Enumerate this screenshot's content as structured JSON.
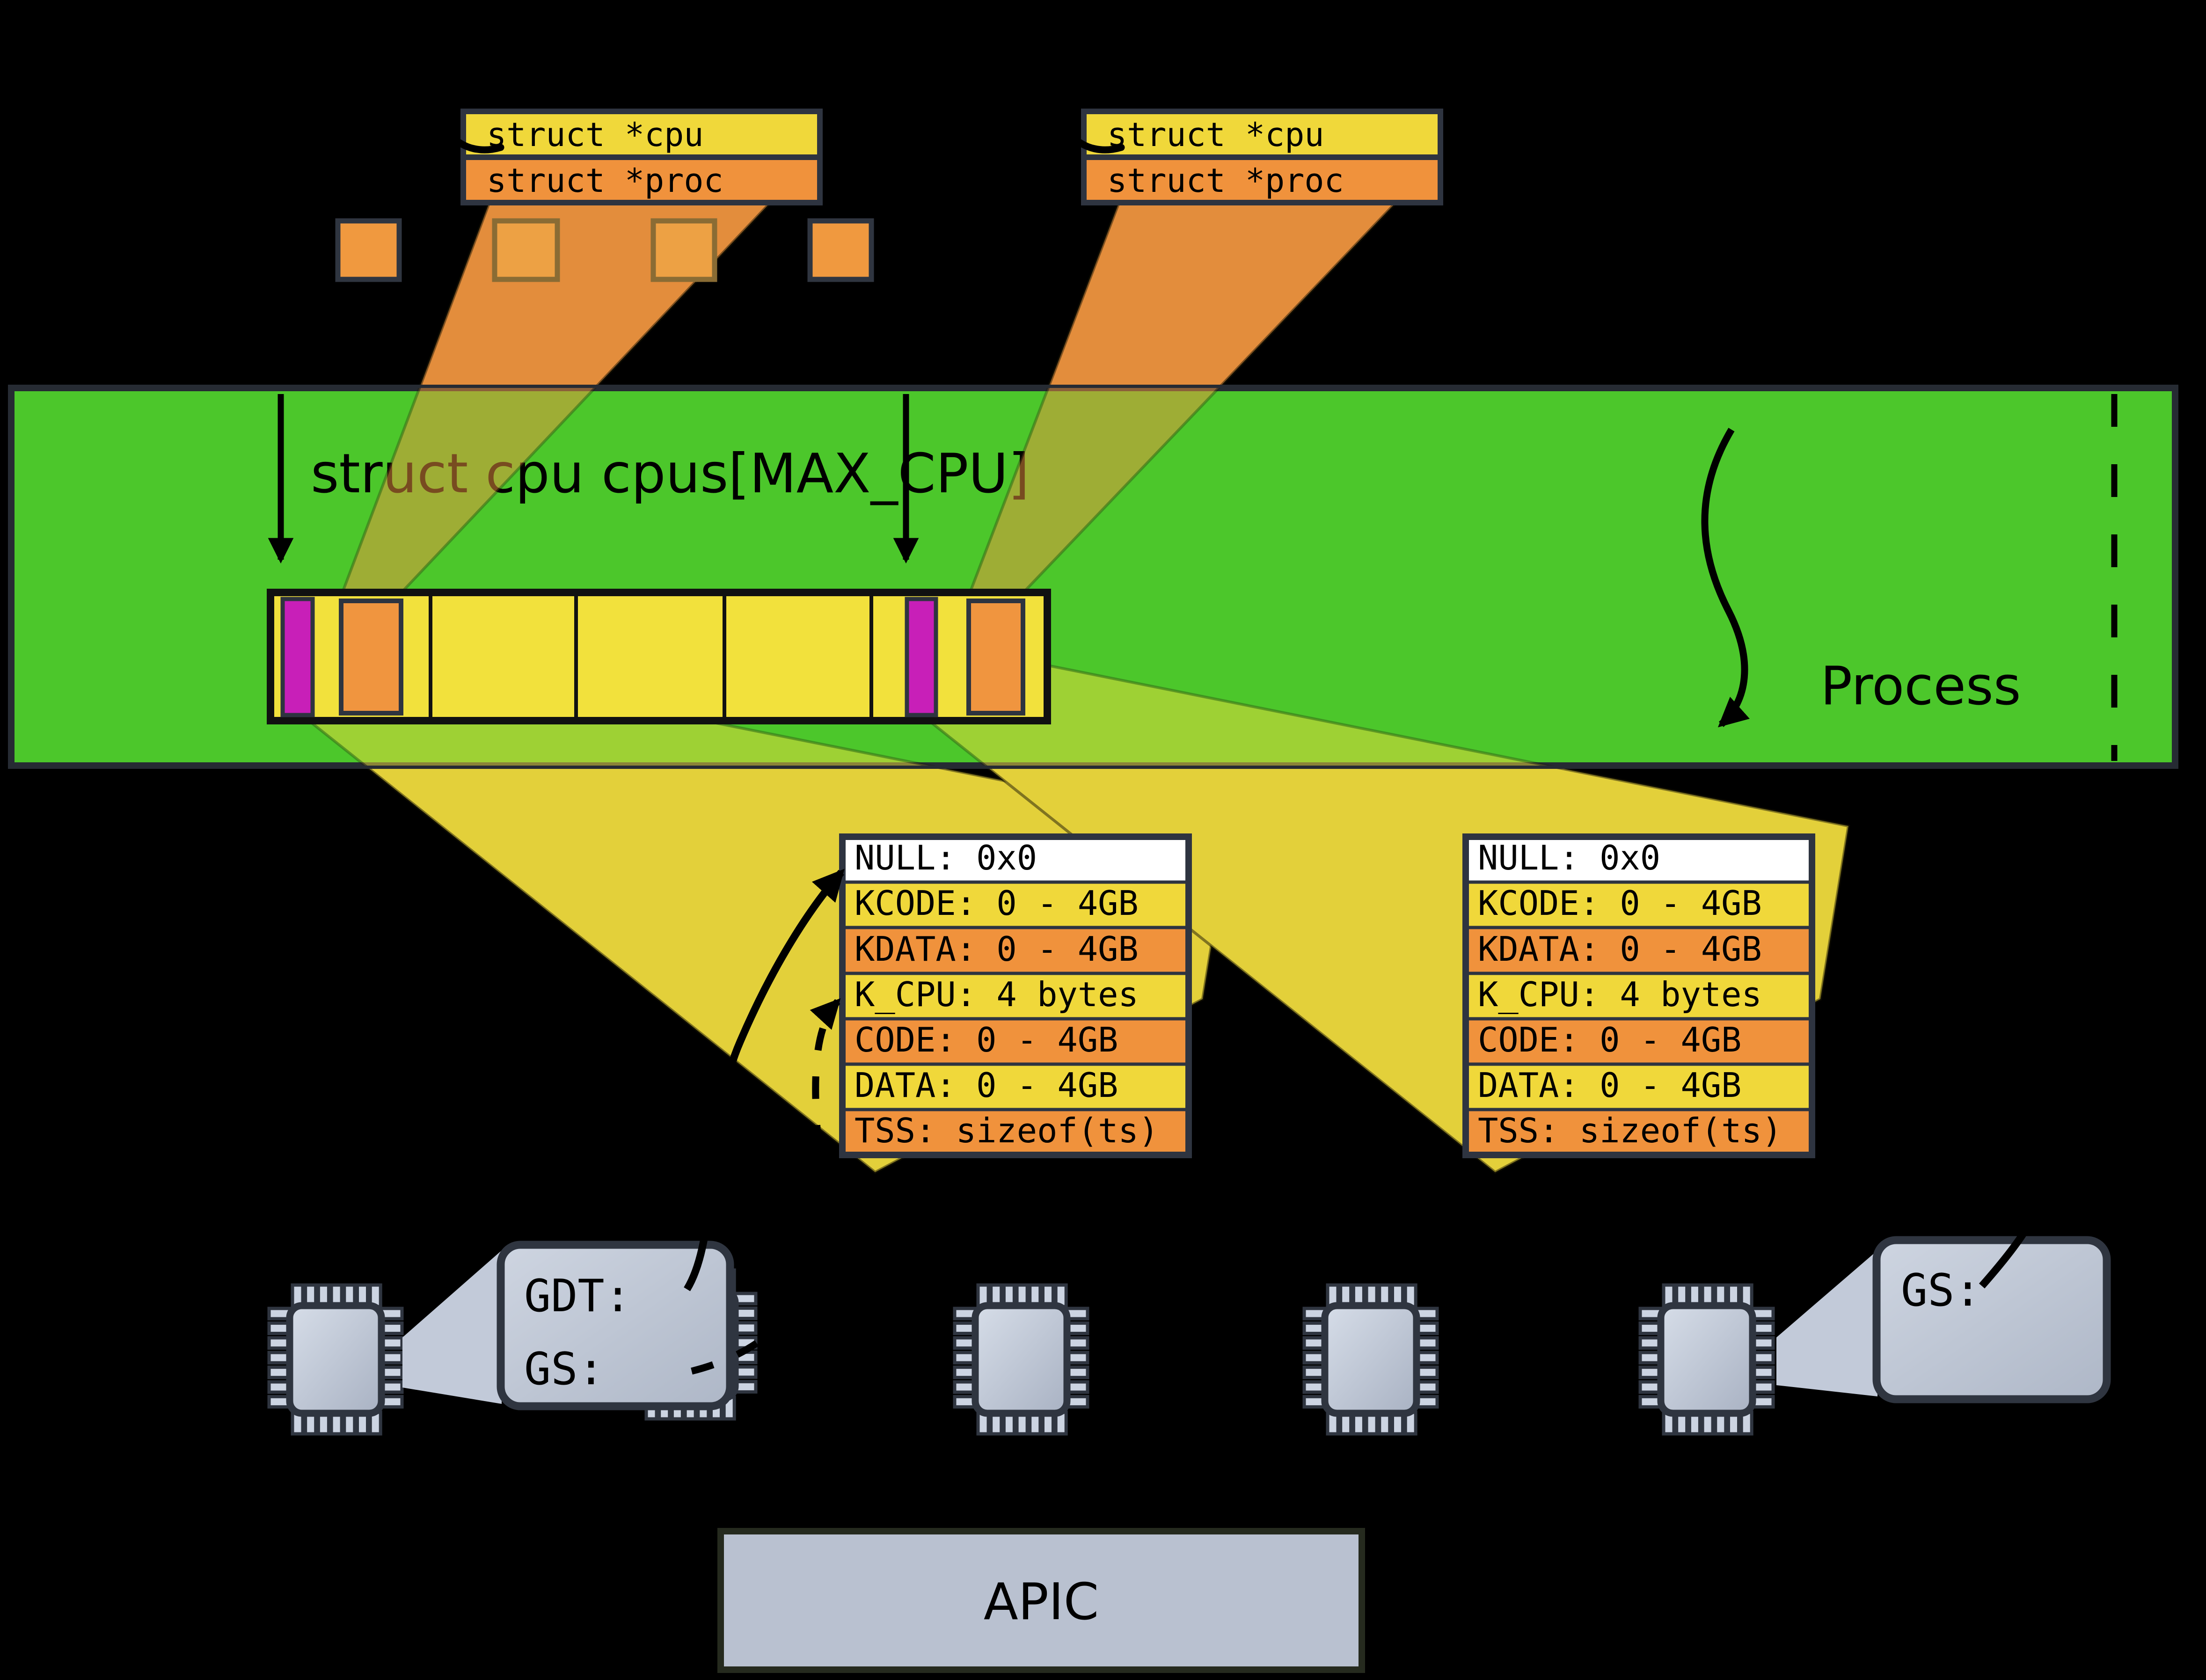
{
  "top_tables": {
    "cpu_label": "struct *cpu",
    "proc_label": "struct *proc",
    "cpu_color": "#f0d83a",
    "proc_color": "#f0923c"
  },
  "memory_band": {
    "title": "struct cpu cpus[MAX_CPU]",
    "process_label": "Process",
    "color": "#4cc72b"
  },
  "cpu_array": {
    "cell_color": "#f2e13c",
    "kcpu_color": "#c81fb8",
    "proc_ptr_color": "#f0953f"
  },
  "gdt": {
    "rows": [
      {
        "text": "NULL: 0x0",
        "color": "#ffffff"
      },
      {
        "text": "KCODE: 0 - 4GB",
        "color": "#f0d83a"
      },
      {
        "text": "KDATA: 0 - 4GB",
        "color": "#f0923c"
      },
      {
        "text": "K_CPU: 4 bytes",
        "color": "#f0d83a"
      },
      {
        "text": "CODE: 0 - 4GB",
        "color": "#f0923c"
      },
      {
        "text": "DATA: 0 - 4GB",
        "color": "#f0d83a"
      },
      {
        "text": "TSS: sizeof(ts)",
        "color": "#f0923c"
      }
    ]
  },
  "registers": {
    "left": {
      "gdt": "GDT:",
      "gs": "GS:"
    },
    "right": {
      "gs": "GS:"
    }
  },
  "apic": {
    "label": "APIC",
    "color": "#b9c1d0"
  },
  "colors": {
    "background": "#000000",
    "border_dark": "#2e3440",
    "funnel_orange": "#f09540",
    "funnel_yellow": "#f0dc3e",
    "square_orange": "#f0993f",
    "square_tinted_fill": "#eda144",
    "square_tinted_border": "#8a6c34",
    "chip_body": "#c6cedd",
    "callout_box": "#c2cad9"
  }
}
